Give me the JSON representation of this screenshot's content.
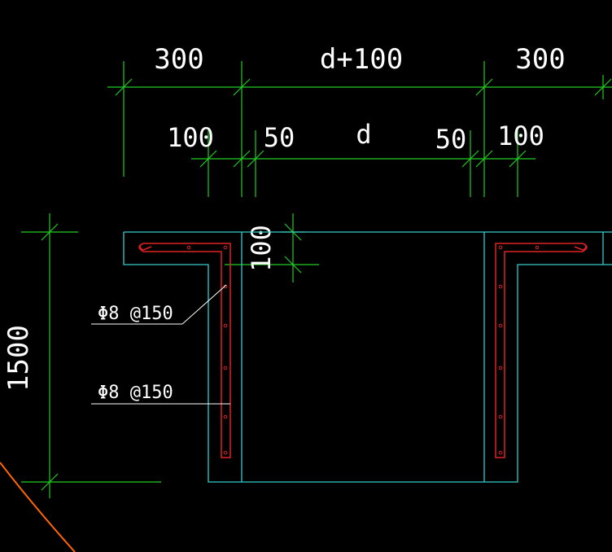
{
  "drawing": {
    "colors": {
      "background": "#000000",
      "dimension": "#22cc22",
      "outline": "#33cccc",
      "rebar": "#dd2222",
      "text": "#ffffff",
      "leader": "#ffffff",
      "curve": "#ff6600"
    },
    "dimensions_top": {
      "left_width": "300",
      "middle_width": "d+100",
      "right_width": "300"
    },
    "dimensions_second": {
      "left_flange": "100",
      "left_gap": "50",
      "opening": "d",
      "right_gap": "50",
      "right_flange": "100"
    },
    "dimension_slab_thickness": "100",
    "dimension_height": "1500",
    "rebar_labels": {
      "upper": "Φ8 @150",
      "lower": "Φ8 @150"
    }
  }
}
